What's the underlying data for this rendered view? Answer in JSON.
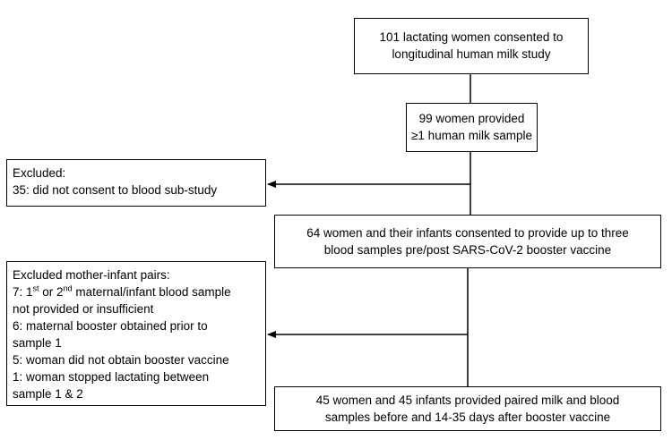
{
  "boxes": {
    "consented": {
      "lines": [
        "101 lactating women consented to",
        "longitudinal human milk study"
      ]
    },
    "provided_sample": {
      "lines": [
        "99 women provided",
        "≥1 human milk sample"
      ]
    },
    "excluded_1": {
      "lines": [
        "Excluded:",
        "35: did not consent to blood sub-study"
      ]
    },
    "blood_consented": {
      "lines": [
        "64 women and their infants consented to provide up to three",
        "blood samples pre/post SARS-CoV-2 booster vaccine"
      ]
    },
    "excluded_2": {
      "title": "Excluded mother-infant pairs:",
      "item1_prefix": "7: 1",
      "item1_sup1": "st",
      "item1_mid": " or 2",
      "item1_sup2": "nd",
      "item1_suffix": " maternal/infant blood sample",
      "item1_cont": "not provided or insufficient",
      "item2": "6: maternal booster obtained prior to",
      "item2_cont": "sample 1",
      "item3": "5: woman did not obtain booster vaccine",
      "item4": "1: woman stopped lactating between",
      "item4_cont": "sample 1 & 2"
    },
    "final": {
      "lines": [
        "45 women and 45 infants provided paired milk and blood",
        "samples before and 14-35 days after booster vaccine"
      ]
    }
  }
}
